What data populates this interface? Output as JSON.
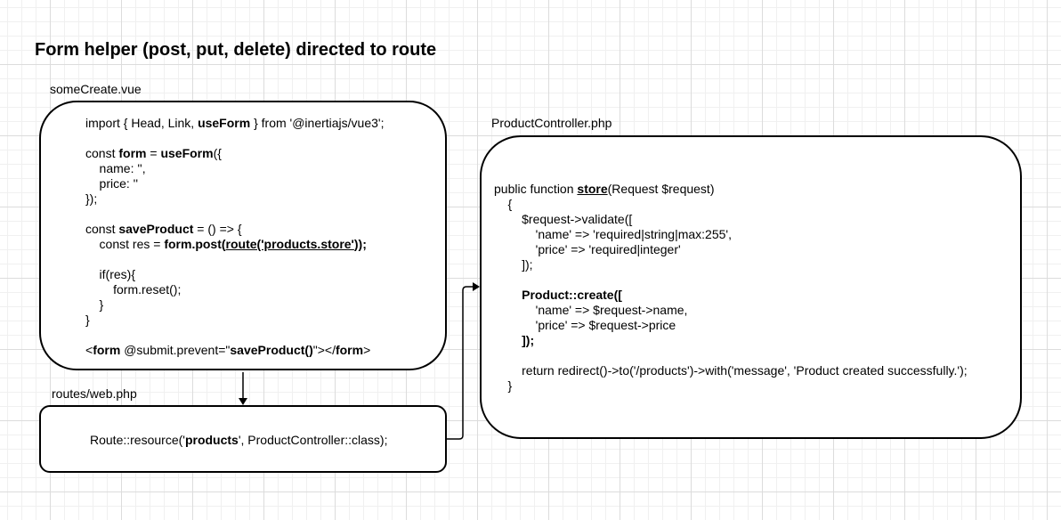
{
  "title": "Form helper (post, put, delete) directed to route",
  "vue_box": {
    "filename": "someCreate.vue",
    "lines": [
      [
        [
          "import { Head, Link, ",
          ""
        ],
        [
          "useForm",
          "b"
        ],
        [
          " } from '@inertiajs/vue3';",
          ""
        ]
      ],
      [],
      [
        [
          "const ",
          ""
        ],
        [
          "form",
          "b"
        ],
        [
          " = ",
          ""
        ],
        [
          "useForm",
          "b"
        ],
        [
          "({",
          ""
        ]
      ],
      [
        [
          "    name: '',",
          ""
        ]
      ],
      [
        [
          "    price: ''",
          ""
        ]
      ],
      [
        [
          "});",
          ""
        ]
      ],
      [],
      [
        [
          "const ",
          ""
        ],
        [
          "saveProduct",
          "b"
        ],
        [
          " = () => {",
          ""
        ]
      ],
      [
        [
          "    const res = ",
          ""
        ],
        [
          "form.post(",
          "b"
        ],
        [
          "route('products.store'",
          "bu"
        ],
        [
          "));",
          "b"
        ]
      ],
      [],
      [
        [
          "    if(res){",
          ""
        ]
      ],
      [
        [
          "        form.reset();",
          ""
        ]
      ],
      [
        [
          "    }",
          ""
        ]
      ],
      [
        [
          "}",
          ""
        ]
      ],
      [],
      [
        [
          "<",
          ""
        ],
        [
          "form",
          "b"
        ],
        [
          " @submit.prevent=\"",
          ""
        ],
        [
          "saveProduct()",
          "b"
        ],
        [
          "\"></",
          ""
        ],
        [
          "form",
          "b"
        ],
        [
          ">",
          ""
        ]
      ]
    ]
  },
  "route_box": {
    "filename": "routes/web.php",
    "lines": [
      [
        [
          "Route::resource('",
          ""
        ],
        [
          "products",
          "b"
        ],
        [
          "', ProductController::class);",
          ""
        ]
      ]
    ]
  },
  "controller_box": {
    "filename": "ProductController.php",
    "lines": [
      [
        [
          "public function ",
          ""
        ],
        [
          "store",
          "bu"
        ],
        [
          "(Request $request)",
          ""
        ]
      ],
      [
        [
          "    {",
          ""
        ]
      ],
      [
        [
          "        $request->validate([",
          ""
        ]
      ],
      [
        [
          "            'name' => 'required|string|max:255',",
          ""
        ]
      ],
      [
        [
          "            'price' => 'required|integer'",
          ""
        ]
      ],
      [
        [
          "        ]);",
          ""
        ]
      ],
      [],
      [
        [
          "        ",
          ""
        ],
        [
          "Product::create([",
          "b"
        ]
      ],
      [
        [
          "            'name' => $request->name,",
          ""
        ]
      ],
      [
        [
          "            'price' => $request->price",
          ""
        ]
      ],
      [
        [
          "        ",
          ""
        ],
        [
          "]);",
          "b"
        ]
      ],
      [],
      [
        [
          "        return redirect()->to('/products')->with('message', 'Product created successfully.');",
          ""
        ]
      ],
      [
        [
          "    }",
          ""
        ]
      ]
    ]
  },
  "colors": {
    "stroke": "#000000",
    "grid": "#dcdcdc",
    "background": "#ffffff"
  }
}
